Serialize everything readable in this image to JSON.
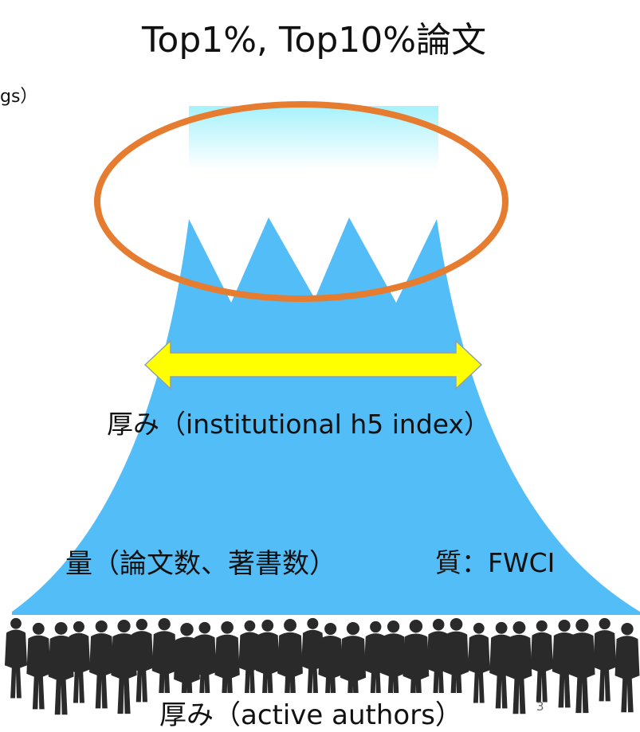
{
  "slide": {
    "title": "Top1%, Top10%論文",
    "cut_text": "gs）",
    "thickness_label": "厚み（institutional h5 index）",
    "quantity_label": "量（論文数、著書数）",
    "quality_label": "質：FWCI",
    "authors_label": "厚み（active authors）",
    "page_number": "3"
  },
  "colors": {
    "mountain": "#52bdf7",
    "sky_gradient_top": "#a6f2fb",
    "oval_stroke": "#e57c2f",
    "arrow_fill": "#ffff00",
    "arrow_stroke": "#8aa0b8",
    "silhouette": "#2a2a2a"
  },
  "icons": {
    "people": "people-silhouette-icon",
    "arrow": "double-headed-arrow-icon"
  }
}
